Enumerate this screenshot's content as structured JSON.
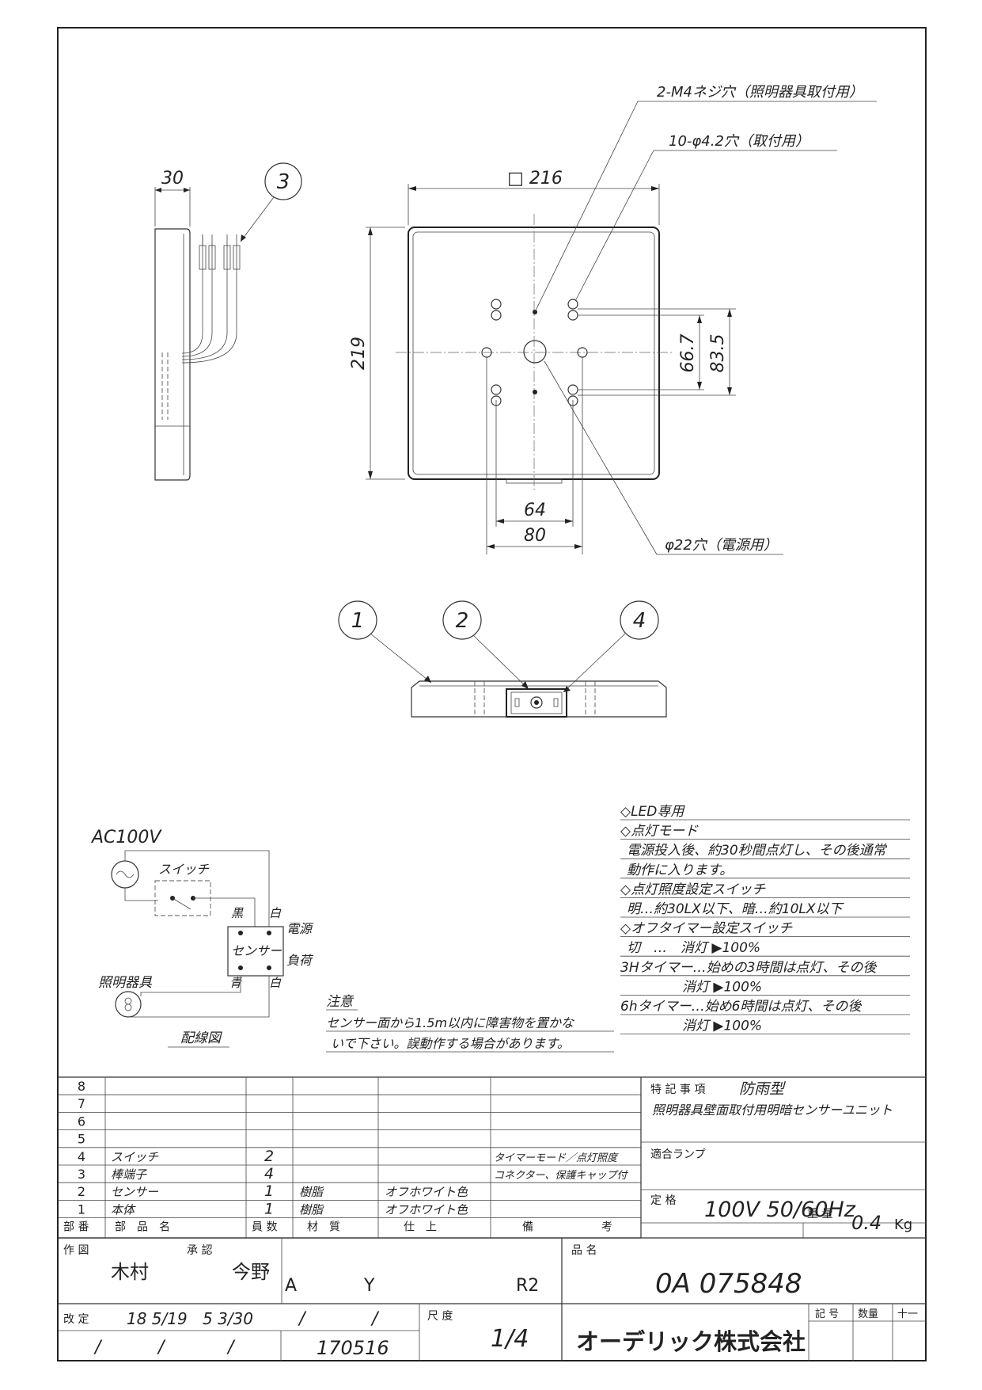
{
  "dimensions": {
    "side_depth": "30",
    "square": "□ 216",
    "height": "219",
    "hole_m4": "2-M4ネジ穴（照明器具取付用）",
    "hole_42": "10-φ4.2穴（取付用）",
    "d667": "66.7",
    "d835": "83.5",
    "d64": "64",
    "d80": "80",
    "hole_22": "φ22穴（電源用）"
  },
  "balloons": [
    "1",
    "2",
    "3",
    "4"
  ],
  "wiring": {
    "ac": "AC100V",
    "switch": "スイッチ",
    "black": "黒",
    "white_top": "白",
    "power": "電源",
    "sensor": "センサー",
    "load": "負荷",
    "blue": "青",
    "white_bottom": "白",
    "lamp": "照明器具",
    "title": "配線図"
  },
  "caution": {
    "title": "注意",
    "line1": "センサー面から1.5m以内に障害物を置かな",
    "line2": "いで下さい。誤動作する場合があります。"
  },
  "notes": [
    "◇LED専用",
    "◇点灯モード",
    "電源投入後、約30秒間点灯し、その後通常",
    "動作に入ります。",
    "◇点灯照度設定スイッチ",
    "明…約30LX以下、暗…約10LX以下",
    "◇オフタイマー設定スイッチ",
    "切　…　消灯 ▶100%",
    "3Hタイマー…始めの3時間は点灯、その後",
    "消灯 ▶100%",
    "6hタイマー…始め6時間は点灯、その後",
    "消灯 ▶100%"
  ],
  "parts_rows": [
    {
      "no": "8",
      "name": "",
      "qty": "",
      "material": "",
      "finish": "",
      "remark": ""
    },
    {
      "no": "7",
      "name": "",
      "qty": "",
      "material": "",
      "finish": "",
      "remark": ""
    },
    {
      "no": "6",
      "name": "",
      "qty": "",
      "material": "",
      "finish": "",
      "remark": ""
    },
    {
      "no": "5",
      "name": "",
      "qty": "",
      "material": "",
      "finish": "",
      "remark": ""
    },
    {
      "no": "4",
      "name": "スイッチ",
      "qty": "2",
      "material": "",
      "finish": "",
      "remark": "タイマーモード／点灯照度"
    },
    {
      "no": "3",
      "name": "棒端子",
      "qty": "4",
      "material": "",
      "finish": "",
      "remark": "コネクター、保護キャップ付"
    },
    {
      "no": "2",
      "name": "センサー",
      "qty": "1",
      "material": "樹脂",
      "finish": "オフホワイト色",
      "remark": ""
    },
    {
      "no": "1",
      "name": "本体",
      "qty": "1",
      "material": "樹脂",
      "finish": "オフホワイト色",
      "remark": ""
    }
  ],
  "parts_header": {
    "no": "部 番",
    "name": "部　品　名",
    "qty": "員 数",
    "material": "材　質",
    "finish": "仕　上",
    "remark1": "備",
    "remark2": "考"
  },
  "spec": {
    "special_label": "特 記 事 項",
    "special_value1": "防雨型",
    "special_value2": "照明器具壁面取付用明暗センサーユニット",
    "lamp_label": "適合ランプ",
    "rating_label": "定 格",
    "rating_value": "100V 50/60Hz",
    "weight_label": "重 量",
    "weight_value": "0.4",
    "weight_unit": "Kg"
  },
  "title_block": {
    "drawn_label": "作 図",
    "drawn_by": "木村",
    "approved_label": "承 認",
    "approved_by": "今野",
    "col_a": "A",
    "col_y": "Y",
    "rev": "R2",
    "product_label": "品 名",
    "product_no": "0A 075848",
    "revision_label": "改 定",
    "rev_date1": "18 5/19",
    "rev_date2": "5 3/30",
    "slash": "/",
    "scale_label": "尺 度",
    "scale_value": "1/4",
    "date": "170516",
    "company": "オーデリック株式会社",
    "symbol_label": "記 号",
    "qty_label": "数量",
    "pm_label": "十一"
  }
}
